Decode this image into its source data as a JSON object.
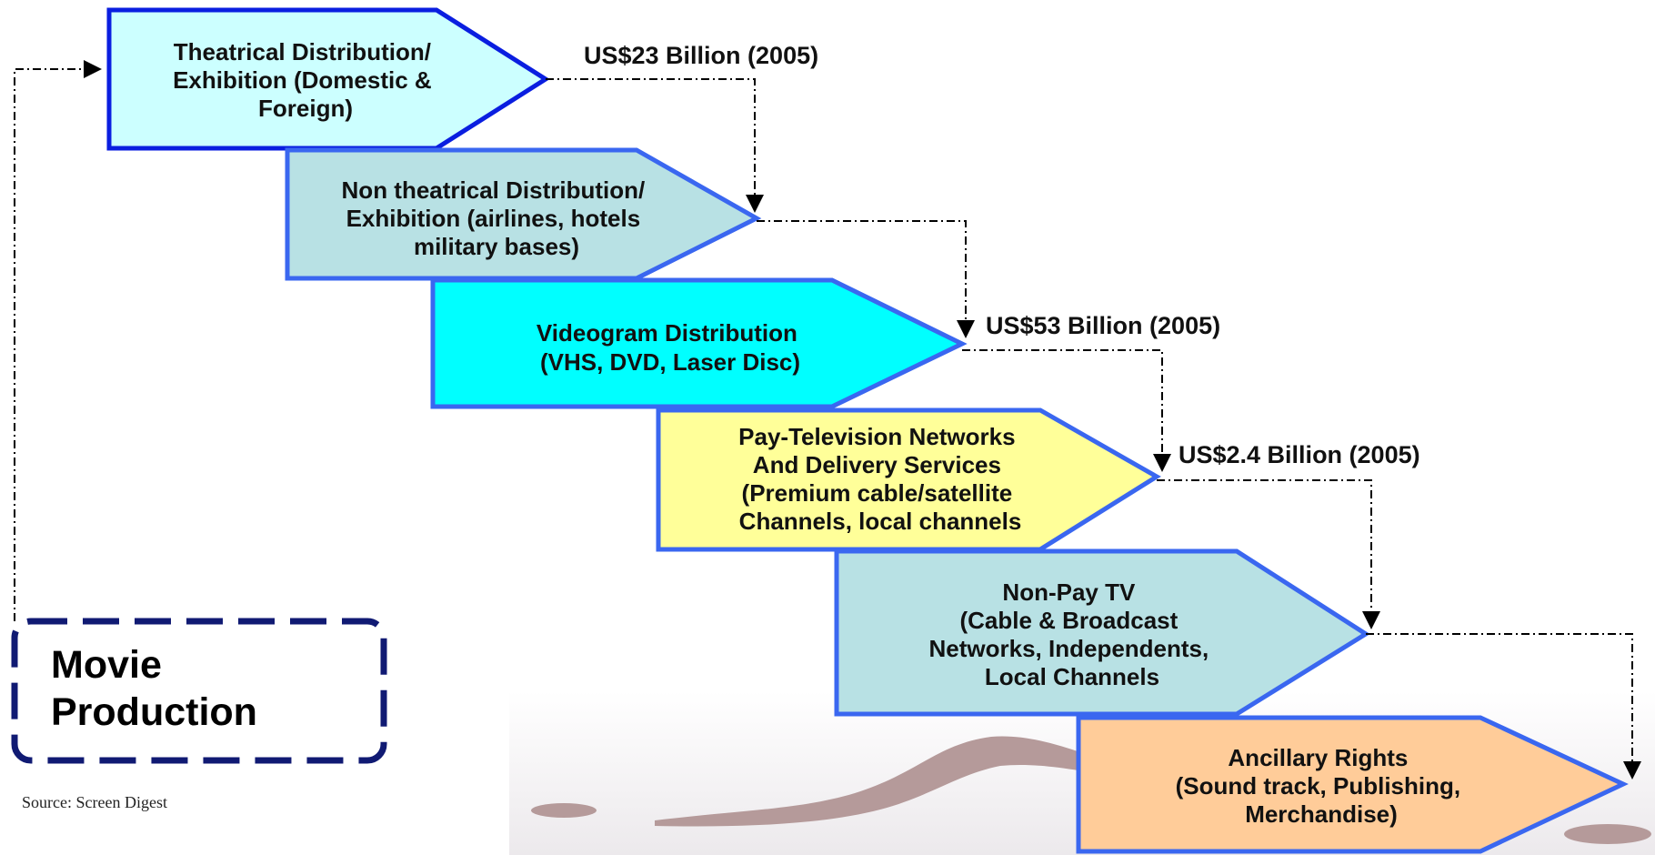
{
  "stages": [
    {
      "id": "theatrical",
      "lines": [
        "Theatrical Distribution/",
        "Exhibition (Domestic &",
        "Foreign)"
      ],
      "fill": "#ccffff",
      "stroke": "#0a1ee0"
    },
    {
      "id": "non-theatrical",
      "lines": [
        "Non theatrical Distribution/",
        "Exhibition (airlines, hotels",
        "military bases)"
      ],
      "fill": "#b8e1e4",
      "stroke": "#3a67f0"
    },
    {
      "id": "videogram",
      "lines": [
        "Videogram Distribution",
        "(VHS, DVD, Laser Disc)"
      ],
      "fill": "#00ffff",
      "stroke": "#3a67f0"
    },
    {
      "id": "pay-tv",
      "lines": [
        "Pay-Television Networks",
        "And Delivery Services",
        "(Premium cable/satellite",
        "Channels, local channels"
      ],
      "fill": "#ffff99",
      "stroke": "#3a67f0"
    },
    {
      "id": "non-pay-tv",
      "lines": [
        "Non-Pay TV",
        "(Cable & Broadcast",
        "Networks, Independents,",
        "Local Channels"
      ],
      "fill": "#b8e1e4",
      "stroke": "#3a67f0"
    },
    {
      "id": "ancillary",
      "lines": [
        "Ancillary Rights",
        "(Sound track, Publishing,",
        "Merchandise)"
      ],
      "fill": "#ffcc99",
      "stroke": "#3a67f0"
    }
  ],
  "revenues": [
    {
      "stage": "theatrical",
      "label": "US$23 Billion (2005)"
    },
    {
      "stage": "videogram",
      "label": "US$53 Billion (2005)"
    },
    {
      "stage": "pay-tv",
      "label": "US$2.4 Billion (2005)"
    }
  ],
  "movie_production": {
    "lines": [
      "Movie",
      "Production"
    ],
    "stroke": "#101a73"
  },
  "source": "Source: Screen Digest"
}
